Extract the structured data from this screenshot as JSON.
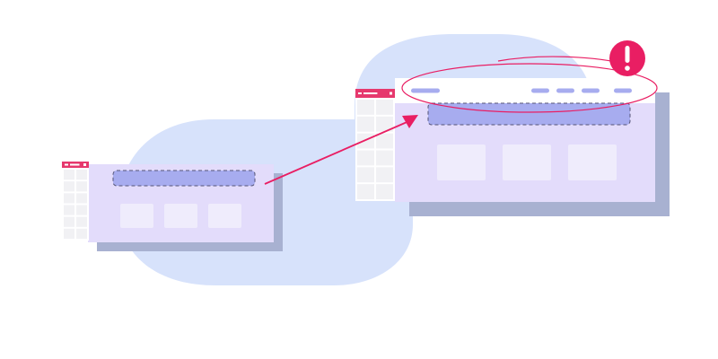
{
  "colors": {
    "background": "#ffffff",
    "cloud": "#d7e2fb",
    "shadow": "#a8b1d1",
    "panel": "#e3dcfb",
    "header_bar": "#ffffff",
    "highlight_bar": "#a7acef",
    "tile": "#efecfc",
    "sidebar": "#ffffff",
    "sidebar_cell": "#f1f1f4",
    "sidebar_header": "#e6386d",
    "accent": "#e91e63",
    "dash_stroke": "#555577"
  },
  "icons": {
    "arrow": "arrow-right-up-icon",
    "alert": "exclamation-icon"
  },
  "small_layout": {
    "tiles": 3,
    "sidebar_rows": 6
  },
  "large_layout": {
    "tiles": 3,
    "nav_links": 4,
    "sidebar_rows": 6
  },
  "alert": {
    "symbol": "!"
  }
}
